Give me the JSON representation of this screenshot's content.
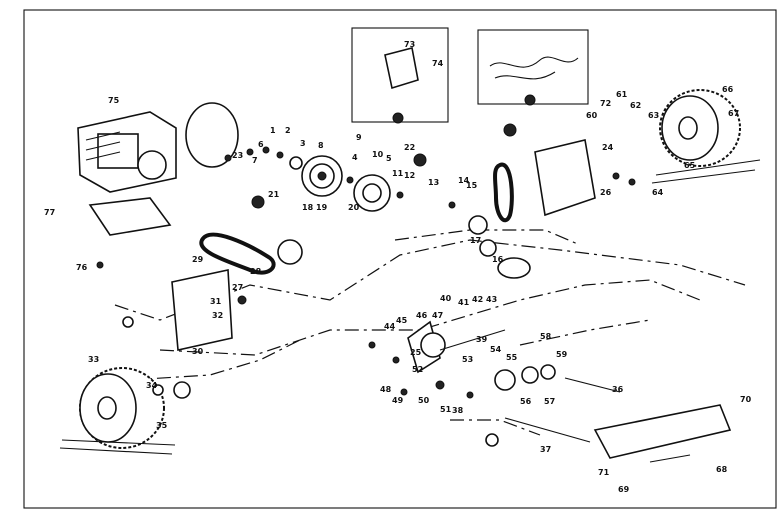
{
  "callouts": [
    "75",
    "76",
    "77",
    "1",
    "2",
    "3",
    "4",
    "5",
    "6",
    "7",
    "8",
    "9",
    "10",
    "11",
    "12",
    "13",
    "14",
    "15",
    "16",
    "17",
    "18",
    "19",
    "20",
    "21",
    "22",
    "23",
    "24",
    "25",
    "26",
    "27",
    "28",
    "29",
    "30",
    "31",
    "32",
    "33",
    "34",
    "35",
    "36",
    "37",
    "38",
    "39",
    "40",
    "41",
    "42",
    "43",
    "44",
    "45",
    "46",
    "47",
    "48",
    "49",
    "50",
    "51",
    "52",
    "53",
    "54",
    "55",
    "56",
    "57",
    "58",
    "59",
    "60",
    "61",
    "62",
    "63",
    "64",
    "65",
    "66",
    "67",
    "68",
    "69",
    "70",
    "71",
    "72",
    "73",
    "74"
  ]
}
